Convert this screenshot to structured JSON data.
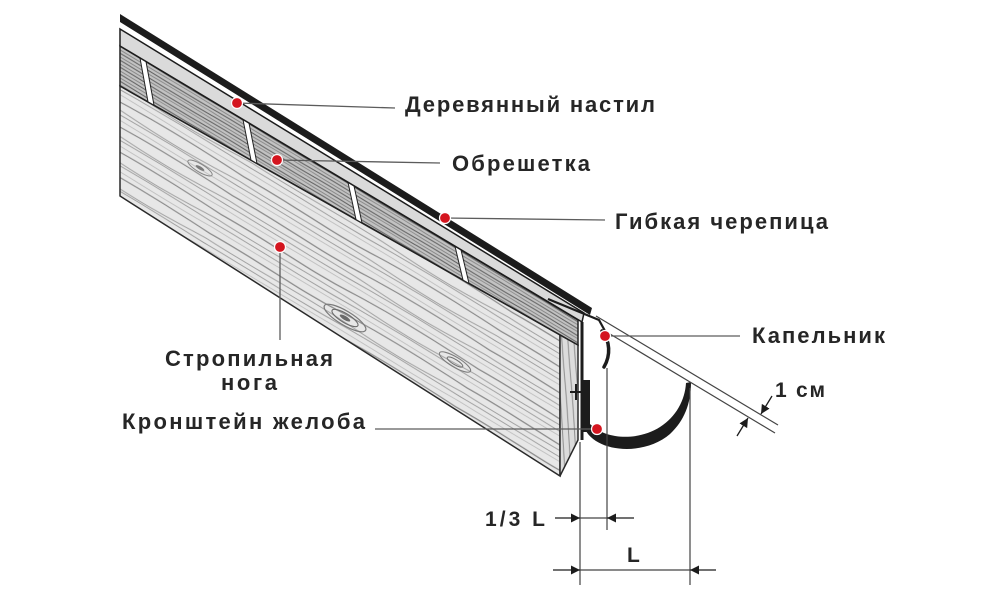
{
  "labels": {
    "deck": "Деревянный настил",
    "lathing": "Обрешетка",
    "shingles": "Гибкая черепица",
    "drip_edge": "Капельник",
    "rafter": [
      "Стропильная",
      "нога"
    ],
    "gutter_bracket": "Кронштейн желоба"
  },
  "dimensions": {
    "gutter_offset": "1 см",
    "drip_edge_offset": "1/3 L",
    "gutter_width": "L"
  },
  "colors": {
    "marker": "#d4151f",
    "ink": "#1c1c1c",
    "leader": "#5c5c5c",
    "label_text": "#262626",
    "deck_fill": "#dadada"
  }
}
